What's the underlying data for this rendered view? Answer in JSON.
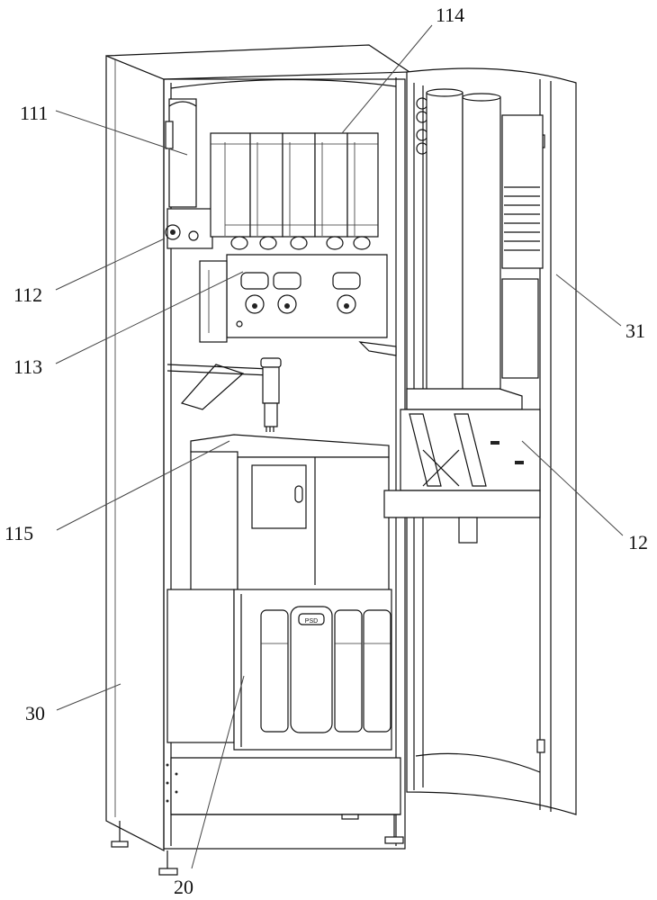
{
  "figure": {
    "type": "patent-drawing",
    "subject": "vending machine with open door, perspective view",
    "line_color": "#111111",
    "background": "#ffffff"
  },
  "reference_labels": [
    {
      "id": "label-111",
      "text": "111",
      "points_to": "powder-canister"
    },
    {
      "id": "label-112",
      "text": "112",
      "points_to": "motor-unit"
    },
    {
      "id": "label-113",
      "text": "113",
      "points_to": "mixing-bowls"
    },
    {
      "id": "label-114",
      "text": "114",
      "points_to": "ingredient-hoppers"
    },
    {
      "id": "label-115",
      "text": "115",
      "points_to": "dispensing-platform"
    },
    {
      "id": "label-30",
      "text": "30",
      "points_to": "cabinet-body"
    },
    {
      "id": "label-20",
      "text": "20",
      "points_to": "water-filter-assembly"
    },
    {
      "id": "label-31",
      "text": "31",
      "points_to": "cabinet-door"
    },
    {
      "id": "label-12",
      "text": "12",
      "points_to": "cup-dispenser"
    }
  ],
  "components": {
    "hopper_count": 5,
    "mixing_bowl_count": 3,
    "cup_tube_count": 2,
    "filter_cartridge_count": 4,
    "filter_badge_text": "PSD"
  }
}
